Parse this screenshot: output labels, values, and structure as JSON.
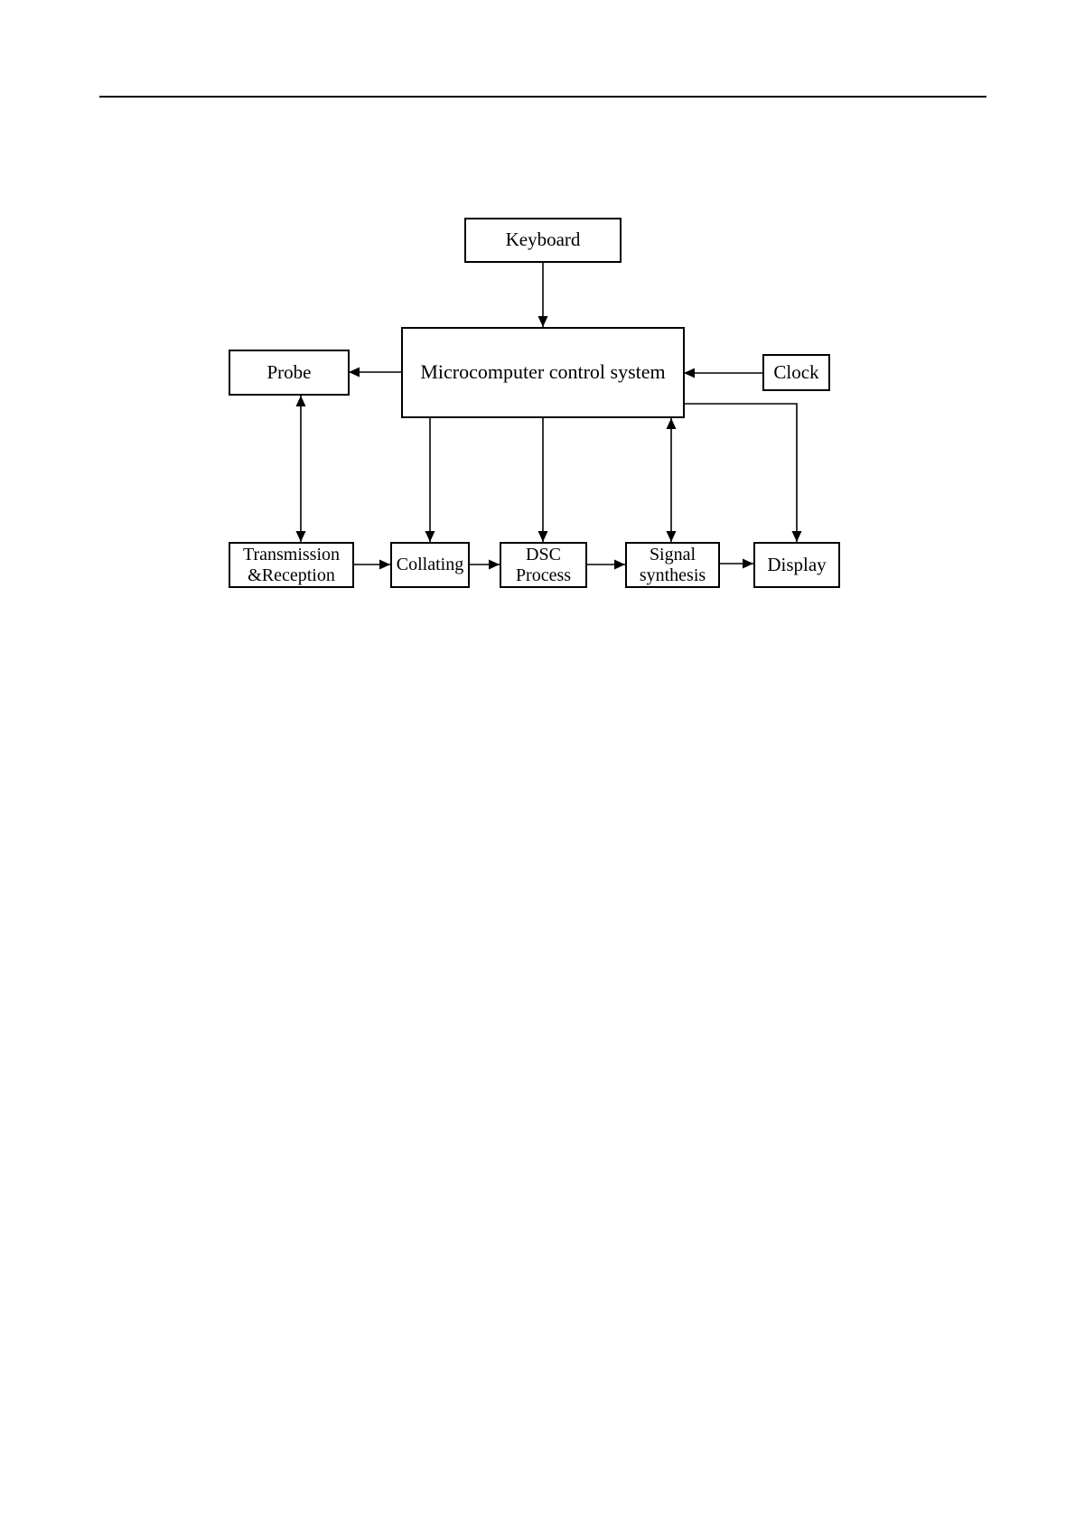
{
  "diagram": {
    "nodes": {
      "keyboard": {
        "label": "Keyboard"
      },
      "microcomputer": {
        "label": "Microcomputer control system"
      },
      "probe": {
        "label": "Probe"
      },
      "clock": {
        "label": "Clock"
      },
      "transmission": {
        "line1": "Transmission",
        "line2": "&Reception"
      },
      "collating": {
        "label": "Collating"
      },
      "dsc_process": {
        "line1": "DSC",
        "line2": "Process"
      },
      "signal_synthesis": {
        "line1": "Signal",
        "line2": "synthesis"
      },
      "display": {
        "label": "Display"
      }
    },
    "colors": {
      "line": "#000000",
      "background": "#ffffff"
    }
  }
}
